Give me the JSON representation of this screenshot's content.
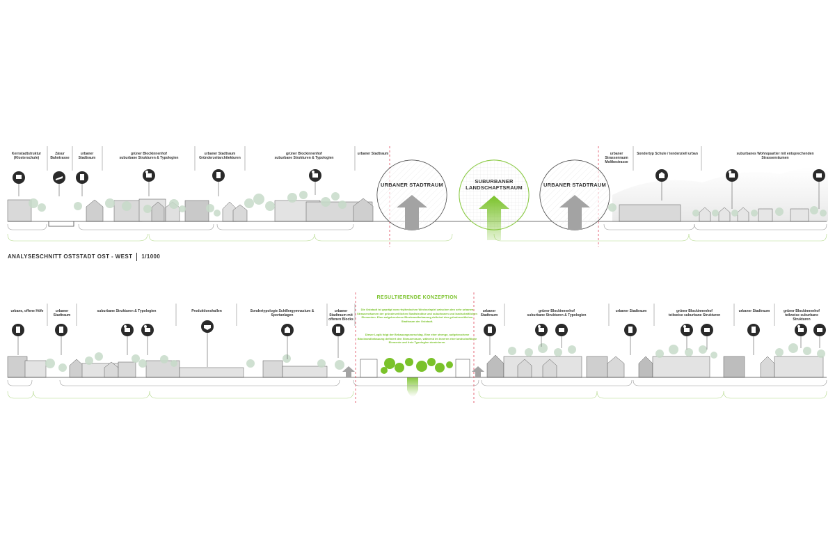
{
  "section": {
    "title": "ANALYSESCHNITT OSTSTADT OST - WEST",
    "scale": "1/1000"
  },
  "top_labels": [
    "Kernstadtstruktur\n(Klosterschule)",
    "Zäsur\nBahntrasse",
    "urbaner\nStadtraum",
    "grüner Blockinnenhof\nsuburbane Strukturen & Typologien",
    "urbaner Stadtraum\nGründerzeitarchitekturen",
    "grüner Blockinnenhof\nsuburbane Strukturen & Typologien",
    "urbaner Stadtraum",
    "urbaner Strassenraum\nMoltkestrasse",
    "Sondertyp Schule / tendenziell urban",
    "suburbanes Wohnquartier mit entsprechenden Strassenräumen"
  ],
  "circles": {
    "left": "URBANER STADTRAUM",
    "center": "SUBURBANER\nLANDSCHAFTSRAUM",
    "right": "URBANER STADTRAUM"
  },
  "bottom_labels": [
    "urbane, offene Höfe",
    "urbaner\nStadtraum",
    "suburbane Strukturen & Typologien",
    "Produktionshallen",
    "Sondertypologie Schillergymnasium & Sportanlagen",
    "urbaner\nStadtraum mit\noffenen Blocks",
    "urbaner Stadtraum",
    "grüner Blockinnenhof\nsuburbane Strukturen & Typologien",
    "urbaner Stadtraum",
    "grüner Blockinnenhof\nteilweise suburbane Strukturen",
    "urbaner Stadtraum",
    "grüner Blockinnenhof\nteilweise suburbane Strukturen"
  ],
  "concept": {
    "title": "RESULTIERENDE KONZEPTION",
    "text1": "Die Oststadt ist geprägt vom rhythmischen Wechselspiel zwischen den sehr urbanen Strassenräumen der gründerzeitlichen Stadtstruktur und suburbanen und landschaftlichen Elementen. Eine aufgebrochene Blockrandbebauung definiert den gründerzeitlichen Stadtraum der Oststadt.",
    "text2": "Dieser Logik folgt der Bebauungsvorschlag. Eine eher strenge, aufgebrochene Blockrandbebauung definiert den Strassenraum, während im Inneren eher landschaftliche Elemente und freie Typologien dominieren."
  },
  "colors": {
    "accent_green": "#7ac22a",
    "building_grey": "#d6d6d6",
    "tree_green": "#c7dbc9",
    "dash_red": "#e0445a"
  }
}
